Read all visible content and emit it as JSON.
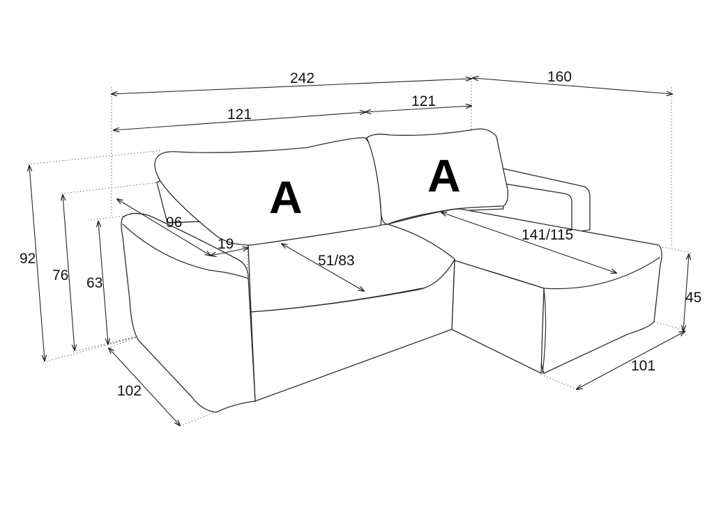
{
  "dimensions": {
    "total_width": "242",
    "chaise_length": "160",
    "left_section_width": "121",
    "right_section_width": "121",
    "diagonal_width": "96",
    "armrest_width": "19",
    "seat_depth": "51/83",
    "chaise_seat_length": "141/115",
    "total_height": "92",
    "backrest_height": "76",
    "armrest_height": "63",
    "seat_height": "45",
    "sofa_depth": "102",
    "chaise_width": "101"
  },
  "cushion_markers": {
    "left": "A",
    "right": "A"
  }
}
